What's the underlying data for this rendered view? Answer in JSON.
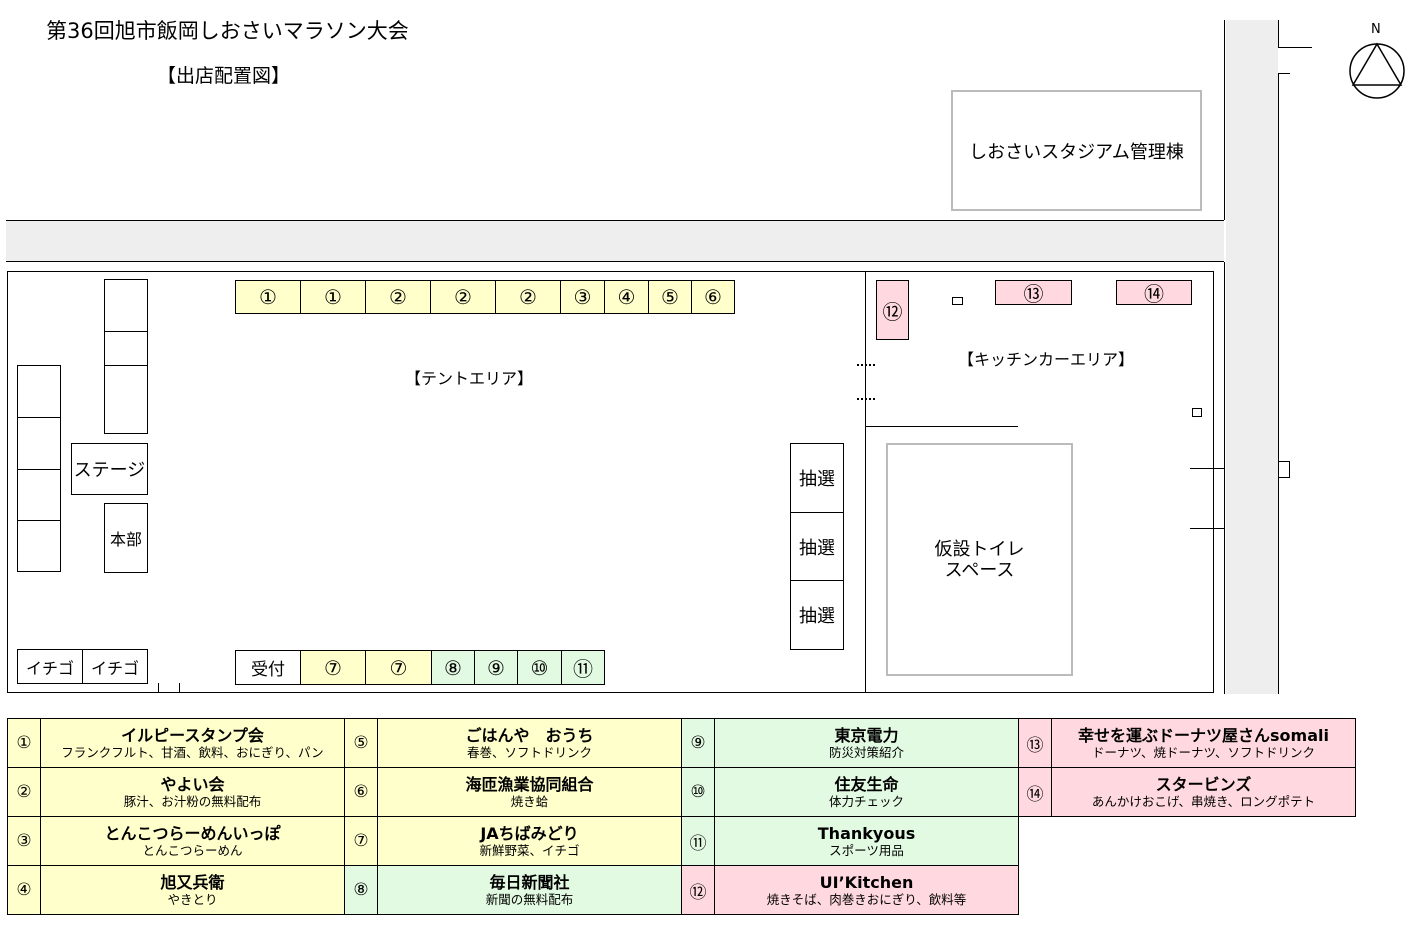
{
  "header": {
    "title": "第36回旭市飯岡しおさいマラソン大会",
    "subtitle": "【出店配置図】"
  },
  "compass": {
    "label": "N"
  },
  "buildings": {
    "management": "しおさいスタジアム管理棟",
    "stage": "ステージ",
    "honbu": "本部",
    "ichigo": [
      "イチゴ",
      "イチゴ"
    ],
    "uketsuke": "受付",
    "lottery": [
      "抽選",
      "抽選",
      "抽選"
    ],
    "toilet": [
      "仮設トイレ",
      "スペース"
    ]
  },
  "areas": {
    "tent": "【テントエリア】",
    "kitchen_car": "【キッチンカーエリア】"
  },
  "booths": {
    "top_row": [
      "①",
      "①",
      "②",
      "②",
      "②",
      "③",
      "④",
      "⑤",
      "⑥"
    ],
    "bottom_row": [
      "⑦",
      "⑦",
      "⑧",
      "⑨",
      "⑩",
      "⑪"
    ],
    "kitchen": [
      "⑫",
      "⑬",
      "⑭"
    ]
  },
  "legend": [
    [
      {
        "num": "①",
        "name": "イルピースタンプ会",
        "desc": "フランクフルト、甘酒、飲料、おにぎり、パン",
        "color": "#ffffcc"
      },
      {
        "num": "⑤",
        "name": "ごはんや　おうち",
        "desc": "春巻、ソフトドリンク",
        "color": "#ffffcc"
      },
      {
        "num": "⑨",
        "name": "東京電力",
        "desc": "防災対策紹介",
        "color": "#e2f9e2"
      },
      {
        "num": "⑬",
        "name": "幸せを運ぶドーナツ屋さんsomali",
        "desc": "ドーナツ、焼ドーナツ、ソフトドリンク",
        "color": "#ffd9df"
      }
    ],
    [
      {
        "num": "②",
        "name": "やよい会",
        "desc": "豚汁、お汁粉の無料配布",
        "color": "#ffffcc"
      },
      {
        "num": "⑥",
        "name": "海匝漁業協同組合",
        "desc": "焼き蛤",
        "color": "#ffffcc"
      },
      {
        "num": "⑩",
        "name": "住友生命",
        "desc": "体力チェック",
        "color": "#e2f9e2"
      },
      {
        "num": "⑭",
        "name": "スタービンズ",
        "desc": "あんかけおこげ、串焼き、ロングポテト",
        "color": "#ffd9df"
      }
    ],
    [
      {
        "num": "③",
        "name": "とんこつらーめんいっぽ",
        "desc": "とんこつらーめん",
        "color": "#ffffcc"
      },
      {
        "num": "⑦",
        "name": "JAちばみどり",
        "desc": "新鮮野菜、イチゴ",
        "color": "#ffffcc"
      },
      {
        "num": "⑪",
        "name": "Thankyous",
        "desc": "スポーツ用品",
        "color": "#e2f9e2"
      }
    ],
    [
      {
        "num": "④",
        "name": "旭又兵衛",
        "desc": "やきとり",
        "color": "#ffffcc"
      },
      {
        "num": "⑧",
        "name": "毎日新聞社",
        "desc": "新聞の無料配布",
        "color": "#e2f9e2"
      },
      {
        "num": "⑫",
        "name": "UI’Kitchen",
        "desc": "焼きそば、肉巻きおにぎり、飲料等",
        "color": "#ffd9df"
      }
    ]
  ]
}
